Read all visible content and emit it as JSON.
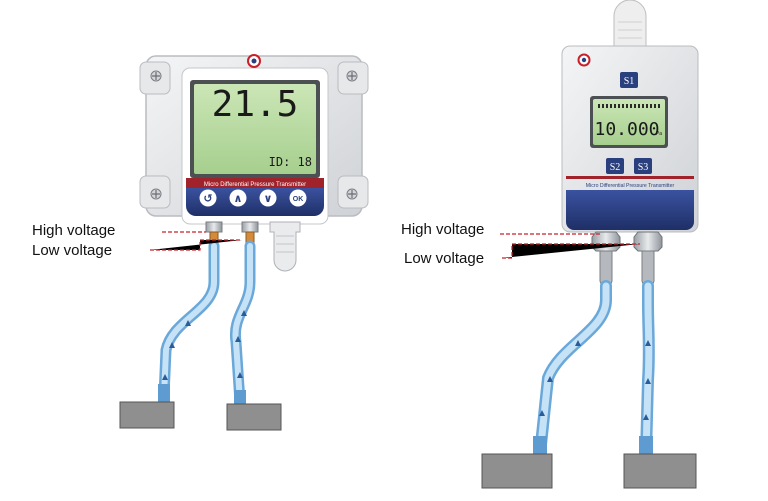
{
  "left_device": {
    "lcd_reading": "21.5",
    "lcd_id": "ID: 18",
    "band_text": "Micro Differential Pressure Transmitter",
    "buttons": [
      "↺",
      "∧",
      "∨",
      "OK"
    ],
    "label_high": "High voltage",
    "label_low": "Low voltage"
  },
  "right_device": {
    "button_s1": "S1",
    "button_s2": "S2",
    "button_s3": "S3",
    "lcd_reading": "10.000",
    "lcd_unit": "Pa",
    "band_text": "Micro Differential Pressure Transmitter",
    "label_high": "High voltage",
    "label_low": "Low voltage"
  },
  "colors": {
    "lcd_green": "#b7d9a0",
    "navy": "#2a3f7e",
    "red_band": "#a0222a",
    "tube_blue": "#a9d1ef",
    "block_gray": "#8f8f8f"
  }
}
